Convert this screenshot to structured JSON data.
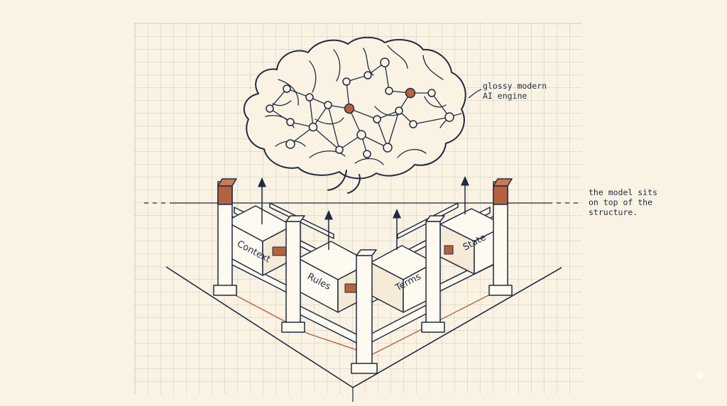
{
  "annotations": {
    "engine_note": "glossy modern\nAI engine",
    "model_note": "the model sits\non top of the\nstructure."
  },
  "boxes": {
    "context": "Context",
    "rules": "Rules",
    "terms": "Terms",
    "state": "State"
  },
  "colors": {
    "background": "#faf3e3",
    "ink": "#1f2a44",
    "accent": "#b5623f",
    "box_fill": "#fffaf0"
  },
  "icons": {
    "corner_mark": "sparkle-icon"
  }
}
